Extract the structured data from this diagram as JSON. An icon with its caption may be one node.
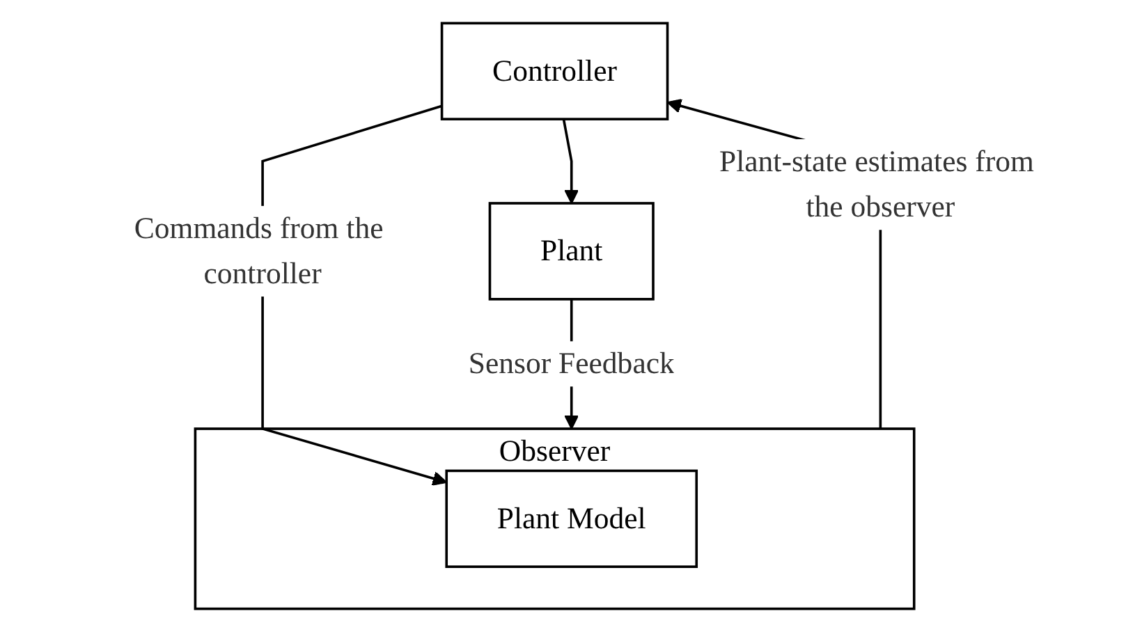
{
  "diagram": {
    "nodes": [
      {
        "text": [
          "Controller"
        ]
      },
      {
        "text": [
          "Observer"
        ]
      },
      {
        "text": [
          "Plant Model"
        ],
        "in": 1
      },
      {
        "text": [
          "Plant"
        ]
      }
    ],
    "edges": [
      {
        "from": 0,
        "to": 2,
        "arrow": "to",
        "label": "Commands from the controller"
      },
      {
        "from": 0,
        "to": 3,
        "arrow": "to"
      },
      {
        "from": 1,
        "to": 0,
        "arrow": "to",
        "label": "Plant-state estimates from the observer"
      },
      {
        "from": 3,
        "to": 1,
        "arrow": "to",
        "label": "Sensor Feedback"
      }
    ]
  }
}
